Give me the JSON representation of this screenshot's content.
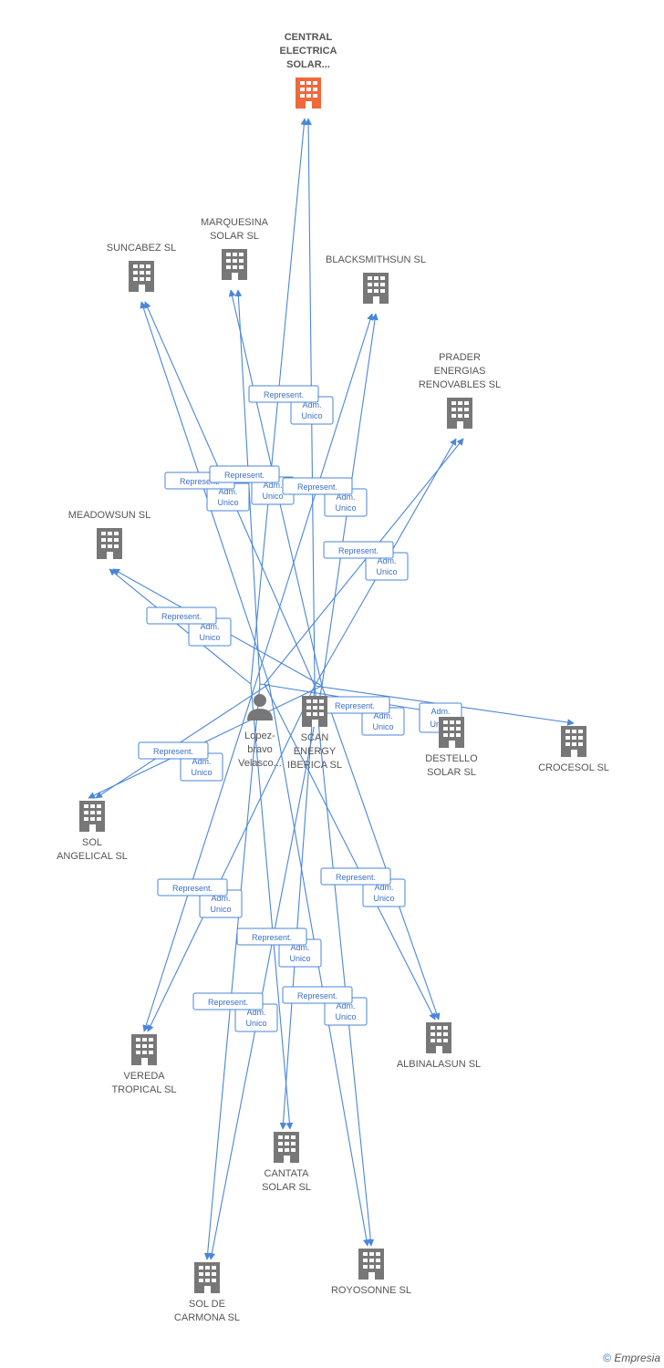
{
  "colors": {
    "edge": "#4a86d8",
    "company": "#777777",
    "focus": "#f2683a",
    "person": "#777777"
  },
  "nodes": {
    "central": {
      "label": [
        "CENTRAL",
        "ELECTRICA",
        "SOLAR..."
      ],
      "icon": "building-icon",
      "focus": true
    },
    "marquesina": {
      "label": [
        "MARQUESINA",
        "SOLAR SL"
      ],
      "icon": "building-icon"
    },
    "suncabez": {
      "label": [
        "SUNCABEZ SL"
      ],
      "icon": "building-icon"
    },
    "blacksmithsun": {
      "label": [
        "BLACKSMITHSUN SL"
      ],
      "icon": "building-icon"
    },
    "prader": {
      "label": [
        "PRADER",
        "ENERGIAS",
        "RENOVABLES SL"
      ],
      "icon": "building-icon"
    },
    "meadowsun": {
      "label": [
        "MEADOWSUN SL"
      ],
      "icon": "building-icon"
    },
    "person": {
      "label": [
        "Lopez-",
        "bravo",
        "Velasco..."
      ],
      "icon": "person-icon"
    },
    "scan": {
      "label": [
        "SCAN",
        "ENERGY",
        "IBERICA SL"
      ],
      "icon": "building-icon"
    },
    "destello": {
      "label": [
        "DESTELLO",
        "SOLAR SL"
      ],
      "icon": "building-icon"
    },
    "crocesol": {
      "label": [
        "CROCESOL SL"
      ],
      "icon": "building-icon"
    },
    "angelical": {
      "label": [
        "SOL",
        "ANGELICAL SL"
      ],
      "icon": "building-icon"
    },
    "vereda": {
      "label": [
        "VEREDA",
        "TROPICAL SL"
      ],
      "icon": "building-icon"
    },
    "albinalasun": {
      "label": [
        "ALBINALASUN SL"
      ],
      "icon": "building-icon"
    },
    "cantata": {
      "label": [
        "CANTATA",
        "SOLAR SL"
      ],
      "icon": "building-icon"
    },
    "carmona": {
      "label": [
        "SOL DE",
        "CARMONA SL"
      ],
      "icon": "building-icon"
    },
    "royosonne": {
      "label": [
        "ROYOSONNE SL"
      ],
      "icon": "building-icon"
    }
  },
  "edge_labels": {
    "represent": "Represent.",
    "adm": "Adm.",
    "unico": "Unico"
  },
  "footer": {
    "copyright": "©",
    "brand": "Empresia"
  }
}
